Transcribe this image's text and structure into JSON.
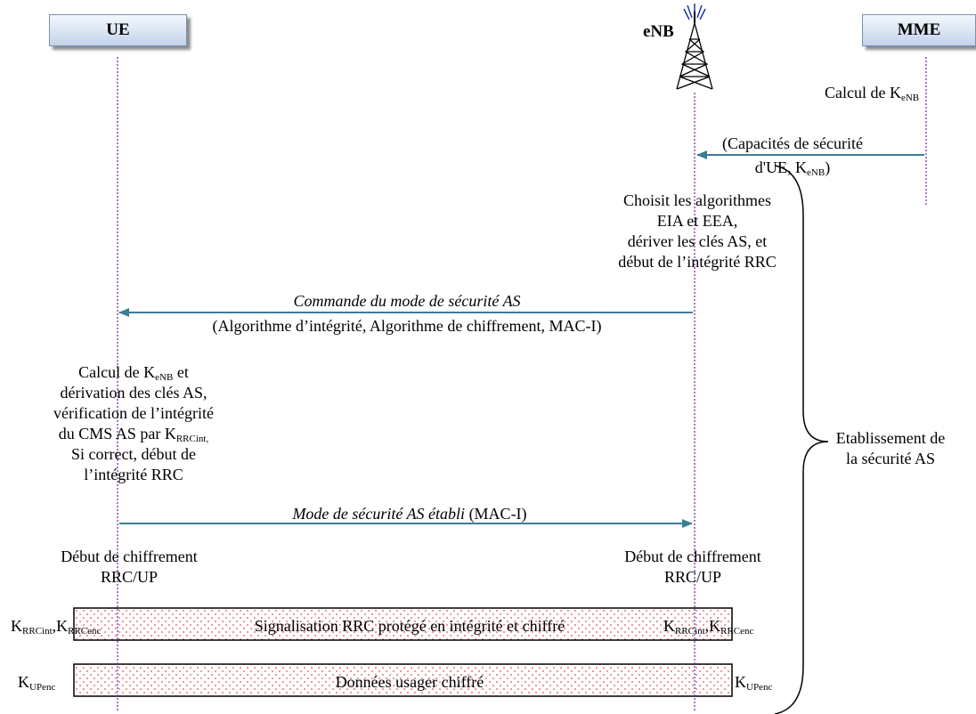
{
  "entities": {
    "ue": "UE",
    "enb": "eNB",
    "mme": "MME"
  },
  "mme_calc": {
    "text": "Calcul de K",
    "sub": "eNB"
  },
  "msg1": {
    "line1": "(Capacités de sécurité",
    "line2": "d'UE, K",
    "line2_sub": "eNB",
    "line2_end": ")"
  },
  "enb_note": {
    "l1": "Choisit les algorithmes",
    "l2": "EIA et EEA,",
    "l3": "dériver les clés AS, et",
    "l4": "début de l’intégrité RRC"
  },
  "msg2": {
    "title": "Commande du mode de sécurité AS",
    "params": "(Algorithme d’intégrité, Algorithme de chiffrement, MAC-I)"
  },
  "ue_note": {
    "l1a": "Calcul de K",
    "l1sub": "eNB",
    "l1b": " et",
    "l2": "dérivation des clés AS,",
    "l3": "vérification de l’intégrité",
    "l4a": "du CMS AS par K",
    "l4sub": "RRCint,",
    "l5": "Si correct, début de",
    "l6": "l’intégrité RRC"
  },
  "msg3": {
    "title": "Mode de sécurité AS établi",
    "params": " (MAC-I)"
  },
  "cipher_start": {
    "line1": "Début de chiffrement",
    "line2": "RRC/UP"
  },
  "brace_label": {
    "line1": "Etablissement de",
    "line2": "la sécurité AS"
  },
  "box1": {
    "label": "Signalisation RRC protégé en intégrité et chiffré",
    "left_k1": "K",
    "left_k1_sub": "RRCint",
    "comma": ",",
    "left_k2": "K",
    "left_k2_sub": "RRCenc",
    "right_k1": "K",
    "right_k1_sub": "RRCint",
    "right_k2": "K",
    "right_k2_sub": "RRCenc"
  },
  "box2": {
    "label": "Données usager chiffré",
    "left_k": "K",
    "left_k_sub": "UPenc",
    "right_k": "K",
    "right_k_sub": "UPenc"
  },
  "colors": {
    "arrow": "#3a7f93",
    "lifeline": "#8a3fb0",
    "box_border": "#000000",
    "box_dots": "#e05050"
  }
}
